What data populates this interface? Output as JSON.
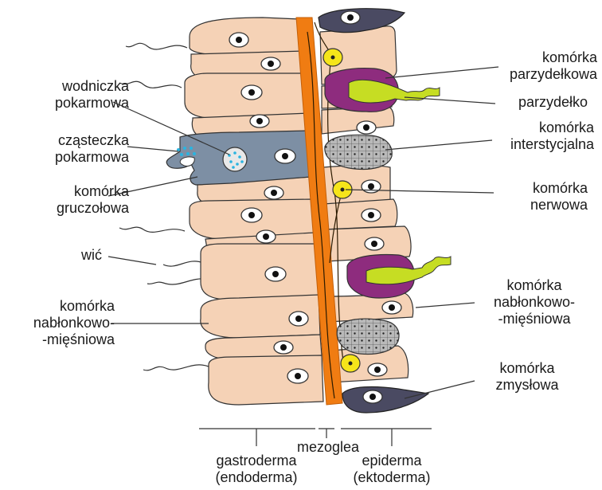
{
  "title": "",
  "colors": {
    "cell_fill": "#f5d2b6",
    "mesoglea": "#f07c12",
    "gland_cell": "#7d8fa4",
    "cnidocyte": "#8e2c7e",
    "cnidocil": "#c6dd23",
    "interstitial": "#b9b9b9",
    "nerve_cell": "#f6e51a",
    "sensory_cell": "#4a4a62",
    "food_particles": "#2ab4e0"
  },
  "labels": {
    "wodniczka": [
      "wodniczka",
      "pokarmowa"
    ],
    "czasteczka": [
      "cząsteczka",
      "pokarmowa"
    ],
    "gruczolowa": [
      "komórka",
      "gruczołowa"
    ],
    "wic": [
      "wić"
    ],
    "nablonkowo_left": [
      "komórka",
      "nabłonkowo-",
      "-mięśniowa"
    ],
    "parzydelkowa": [
      "komórka",
      "parzydełkowa"
    ],
    "parzydelko": [
      "parzydełko"
    ],
    "interstycjalna": [
      "komórka",
      "interstycjalna"
    ],
    "nerwowa": [
      "komórka",
      "nerwowa"
    ],
    "nablonkowo_right": [
      "komórka",
      "nabłonkowo-",
      "-mięśniowa"
    ],
    "zmyslowa": [
      "komórka",
      "zmysłowa"
    ],
    "mezoglea": [
      "mezoglea"
    ],
    "gastroderma": [
      "gastroderma",
      "(endoderma)"
    ],
    "epiderma": [
      "epiderma",
      "(ektoderma)"
    ]
  }
}
